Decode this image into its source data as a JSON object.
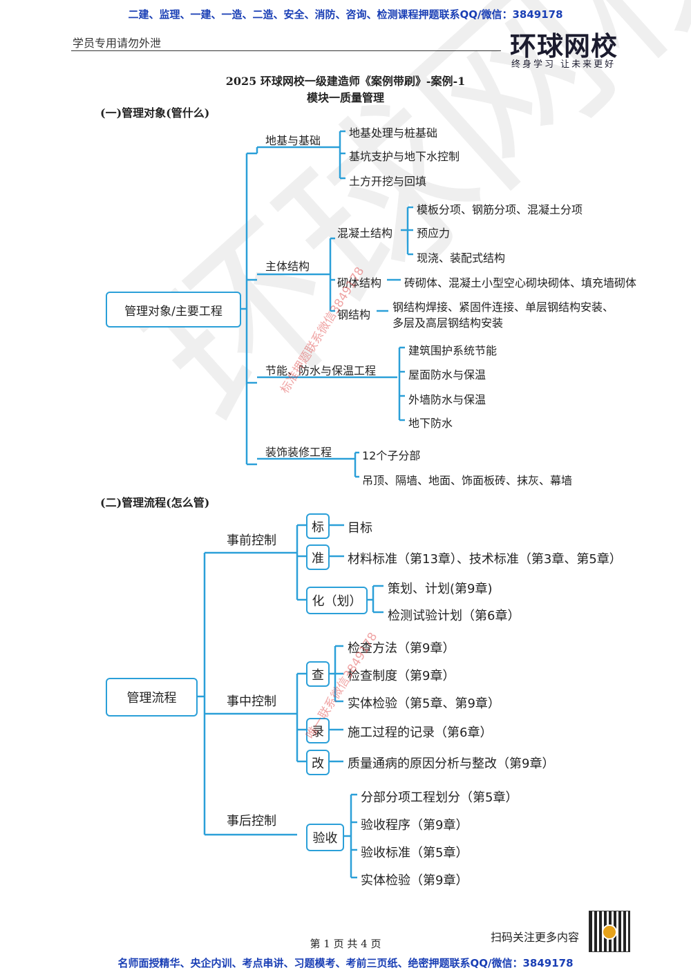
{
  "header": {
    "top_banner": "二建、监理、一建、一造、二造、安全、消防、咨询、检测课程押题联系QQ/微信：3849178",
    "confidential": "学员专用请勿外泄",
    "logo_main": "环球网校",
    "logo_sub": "终身学习 让未来更好"
  },
  "doc": {
    "title": "2025 环球网校一级建造师《案例带刷》-案例-1",
    "subtitle": "模块一质量管理"
  },
  "section1": {
    "heading": "(一)管理对象(管什么)",
    "root": "管理对象/主要工程",
    "branches": [
      {
        "label": "地基与基础",
        "items": [
          "地基处理与桩基础",
          "基坑支护与地下水控制",
          "土方开挖与回填"
        ]
      },
      {
        "label": "主体结构",
        "sub": [
          {
            "label": "混凝土结构",
            "items": [
              "模板分项、钢筋分项、混凝土分项",
              "预应力",
              "现浇、装配式结构"
            ]
          },
          {
            "label": "砌体结构",
            "items": [
              "砖砌体、混凝土小型空心砌块砌体、填充墙砌体"
            ]
          },
          {
            "label": "钢结构",
            "items": [
              "钢结构焊接、紧固件连接、单层钢结构安装、",
              "多层及高层钢结构安装"
            ]
          }
        ]
      },
      {
        "label": "节能、防水与保温工程",
        "items": [
          "建筑围护系统节能",
          "屋面防水与保温",
          "外墙防水与保温",
          "地下防水"
        ]
      },
      {
        "label": "装饰装修工程",
        "items": [
          "12个子分部",
          "吊顶、隔墙、地面、饰面板砖、抹灰、幕墙"
        ]
      }
    ]
  },
  "section2": {
    "heading": "(二)管理流程(怎么管)",
    "root": "管理流程",
    "phases": [
      {
        "label": "事前控制",
        "keys": [
          {
            "key": "标",
            "items": [
              "目标"
            ]
          },
          {
            "key": "准",
            "items": [
              "材料标准（第13章）、技术标准（第3章、第5章）"
            ]
          },
          {
            "key": "化（划）",
            "items": [
              "策划、计划(第9章)",
              "检测试验计划（第6章）"
            ]
          }
        ]
      },
      {
        "label": "事中控制",
        "keys": [
          {
            "key": "查",
            "items": [
              "检查方法（第9章）",
              "检查制度（第9章）",
              "实体检验（第5章、第9章）"
            ]
          },
          {
            "key": "录",
            "items": [
              "施工过程的记录（第6章）"
            ]
          },
          {
            "key": "改",
            "items": [
              "质量通病的原因分析与整改（第9章）"
            ]
          }
        ]
      },
      {
        "label": "事后控制",
        "keys": [
          {
            "key": "验收",
            "items": [
              "分部分项工程划分（第5章）",
              "验收程序（第9章）",
              "验收标准（第5章）",
              "实体检验（第9章）"
            ]
          }
        ]
      }
    ]
  },
  "watermark": {
    "big": "环球网校",
    "red1": "标准押题联系微信3849178",
    "red2": "唯一联系微信3849178"
  },
  "footer": {
    "scan_text": "扫码关注更多内容",
    "page_info": "第 1 页 共 4 页",
    "bottom_banner": "名师面授精华、央企内训、考点串讲、习题模考、考前三页纸、绝密押题联系QQ/微信：3849178"
  }
}
